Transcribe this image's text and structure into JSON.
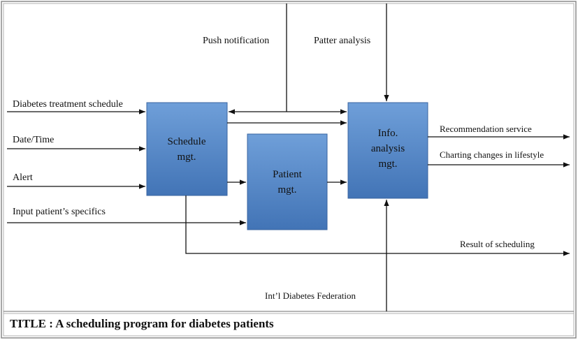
{
  "inputs": {
    "diabetes_treatment_schedule": "Diabetes treatment schedule",
    "date_time": "Date/Time",
    "alert": "Alert",
    "input_patients_specifics": "Input patient’s specifics"
  },
  "controls": {
    "push_notification": "Push notification",
    "patter_analysis": "Patter analysis"
  },
  "mechanisms": {
    "intl_diabetes_federation": "Int’l Diabetes Federation"
  },
  "outputs": {
    "recommendation_service": "Recommendation service",
    "charting_changes": "Charting changes in lifestyle",
    "result_of_scheduling": "Result of scheduling"
  },
  "boxes": {
    "schedule": [
      "Schedule",
      "mgt."
    ],
    "patient": [
      "Patient",
      "mgt."
    ],
    "info": [
      "Info.",
      "analysis",
      "mgt."
    ]
  },
  "title": "TITLE : A scheduling program for diabetes patients",
  "colors": {
    "box_fill_top": "#6b9bd6",
    "box_fill_bottom": "#3f6fb0",
    "box_stroke": "#3a64a0",
    "line": "#111111"
  }
}
